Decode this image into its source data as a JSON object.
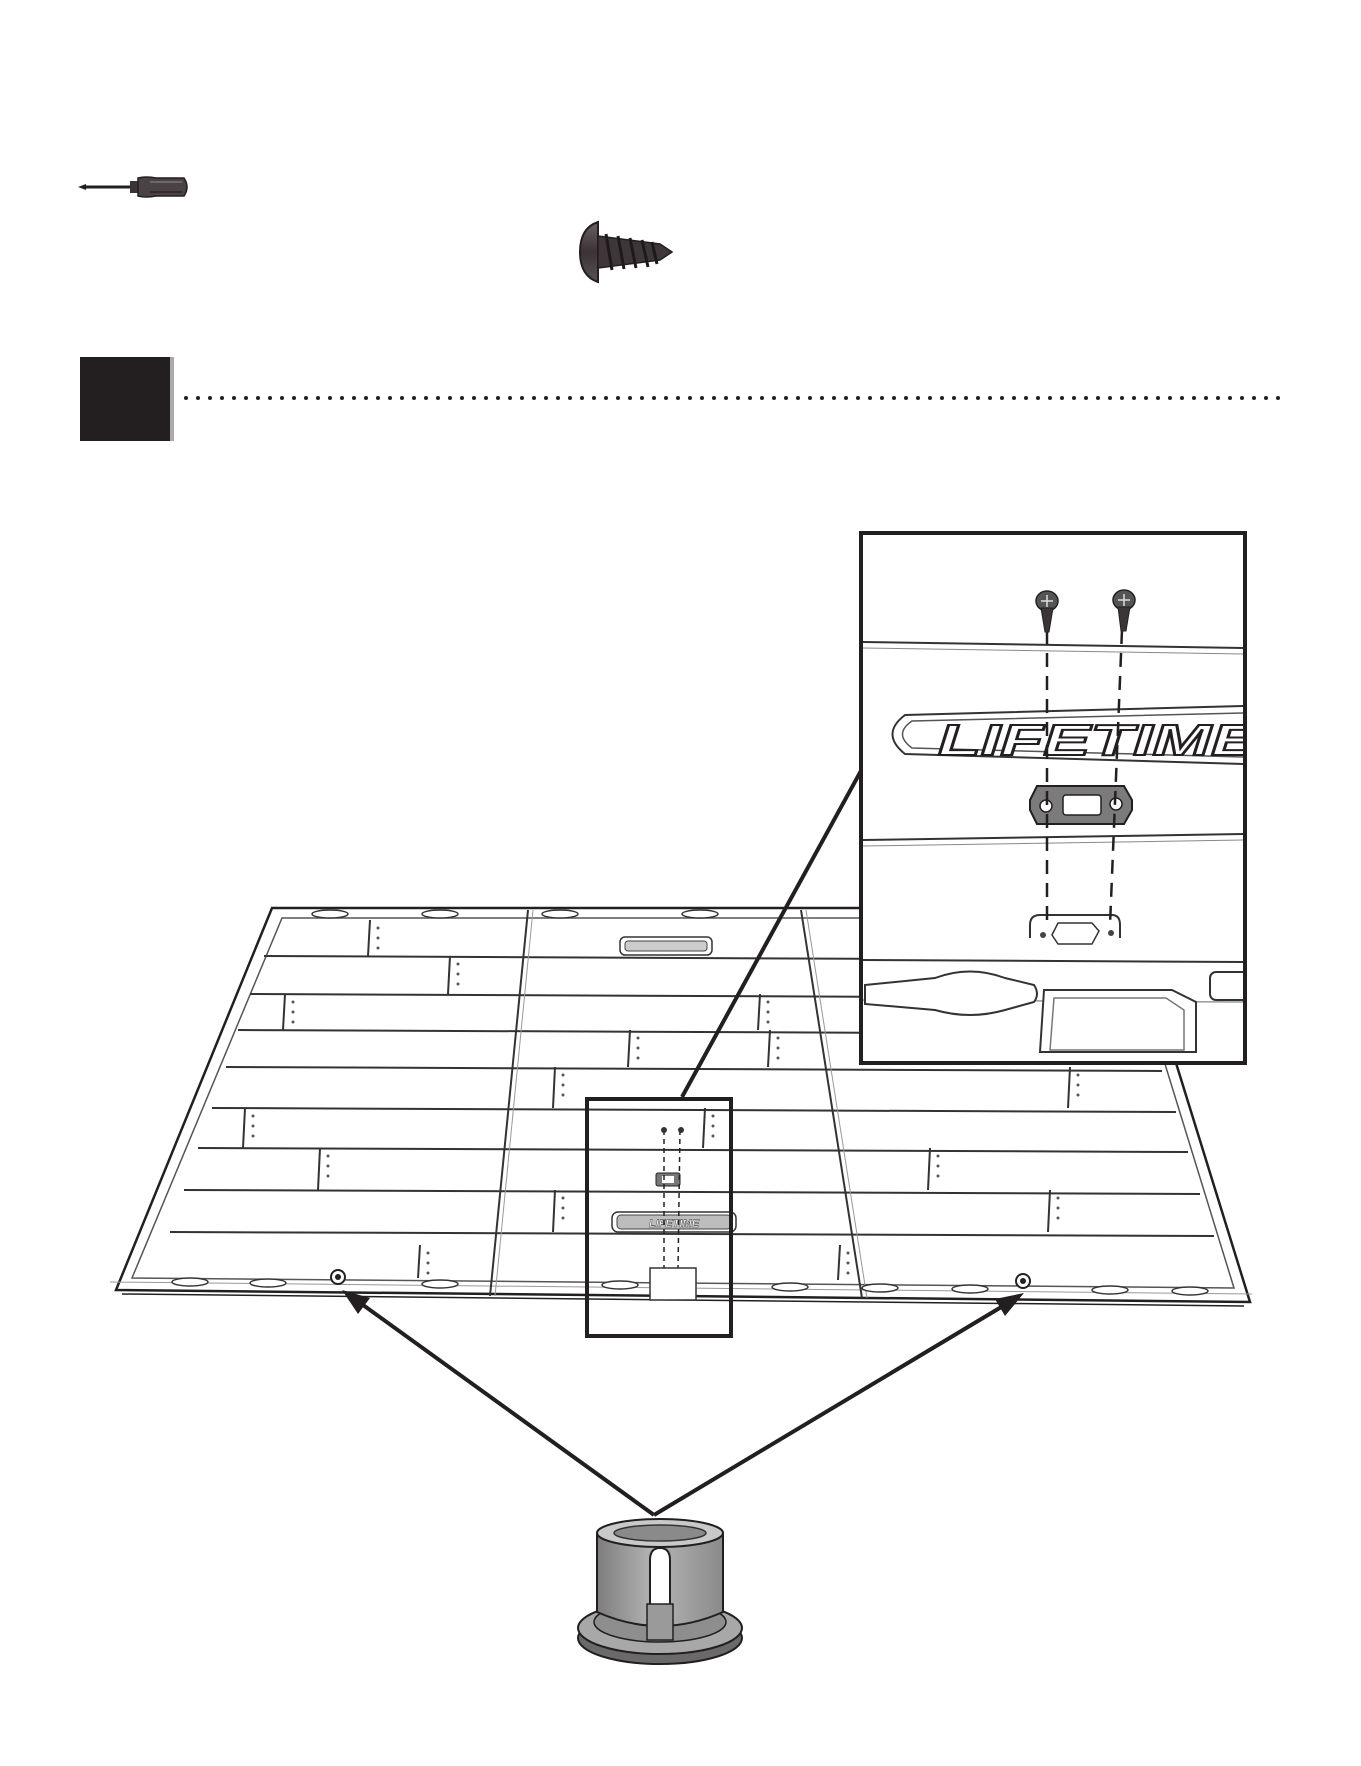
{
  "document": {
    "brand_logo_text": "LIFETIME",
    "tools": [
      {
        "icon": "phillips-screwdriver-icon"
      },
      {
        "icon": "pan-head-screw-icon"
      }
    ],
    "step": {
      "number": "",
      "divider_style": "dotted"
    },
    "diagram": {
      "subject": "floor-panel-assembly",
      "callout_parts": [
        "screw",
        "screw",
        "bracket-plate"
      ],
      "leader_targets": 2,
      "part_below": "corner-foot-cap"
    }
  }
}
